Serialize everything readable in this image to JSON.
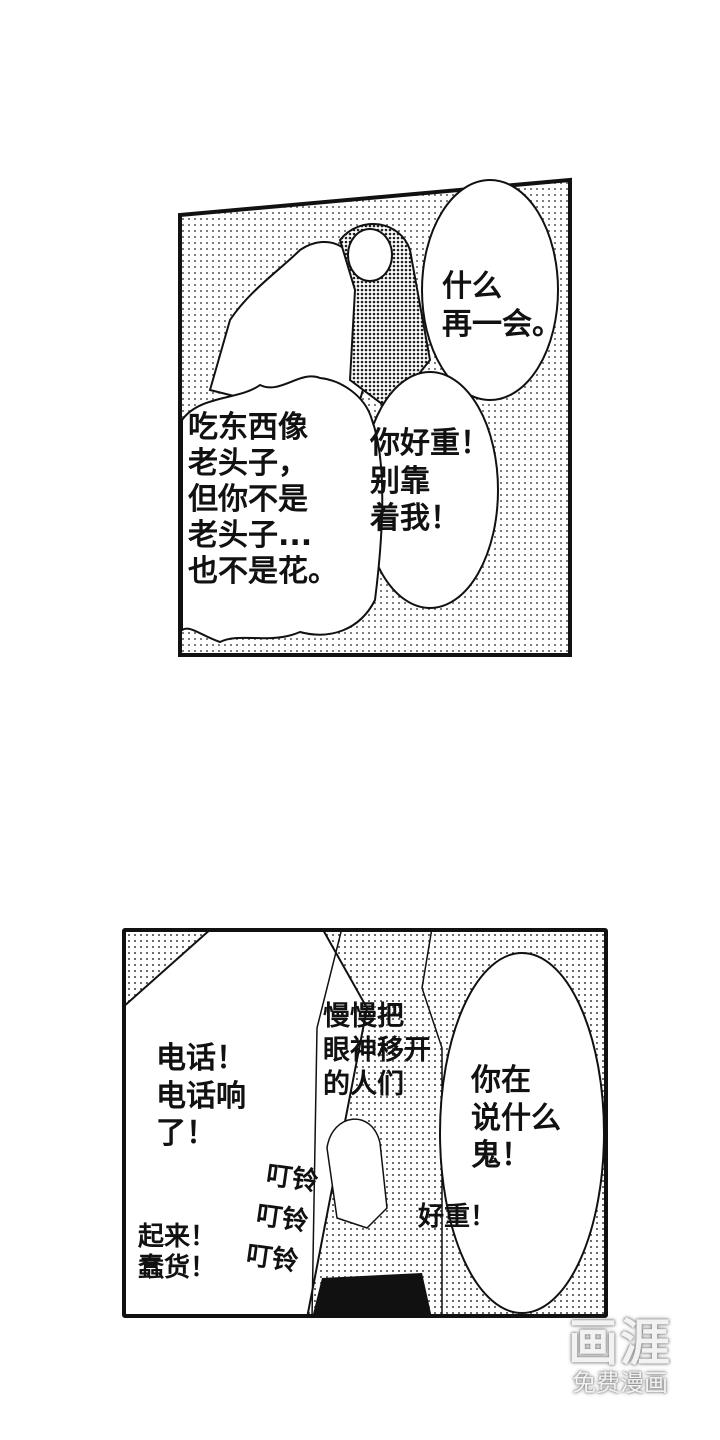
{
  "panel1": {
    "bubble_top_right": "什么\n再一会。",
    "bubble_middle": "你好重！\n别靠\n着我！",
    "bubble_left": "吃东西像\n老头子，\n但你不是\n老头子...\n也不是花。"
  },
  "panel2": {
    "bubble_left": "电话！\n电话响\n了！",
    "narration": "慢慢把\n眼神移开\n的人们",
    "bubble_right": "你在\n说什么\n鬼！",
    "sfx_ring": [
      "叮铃",
      "叮铃",
      "叮铃"
    ],
    "heavy": "好重！",
    "wake_up": "起来！\n蠢货！"
  },
  "watermark": {
    "logo": "画涯",
    "tagline": "免费漫画"
  }
}
